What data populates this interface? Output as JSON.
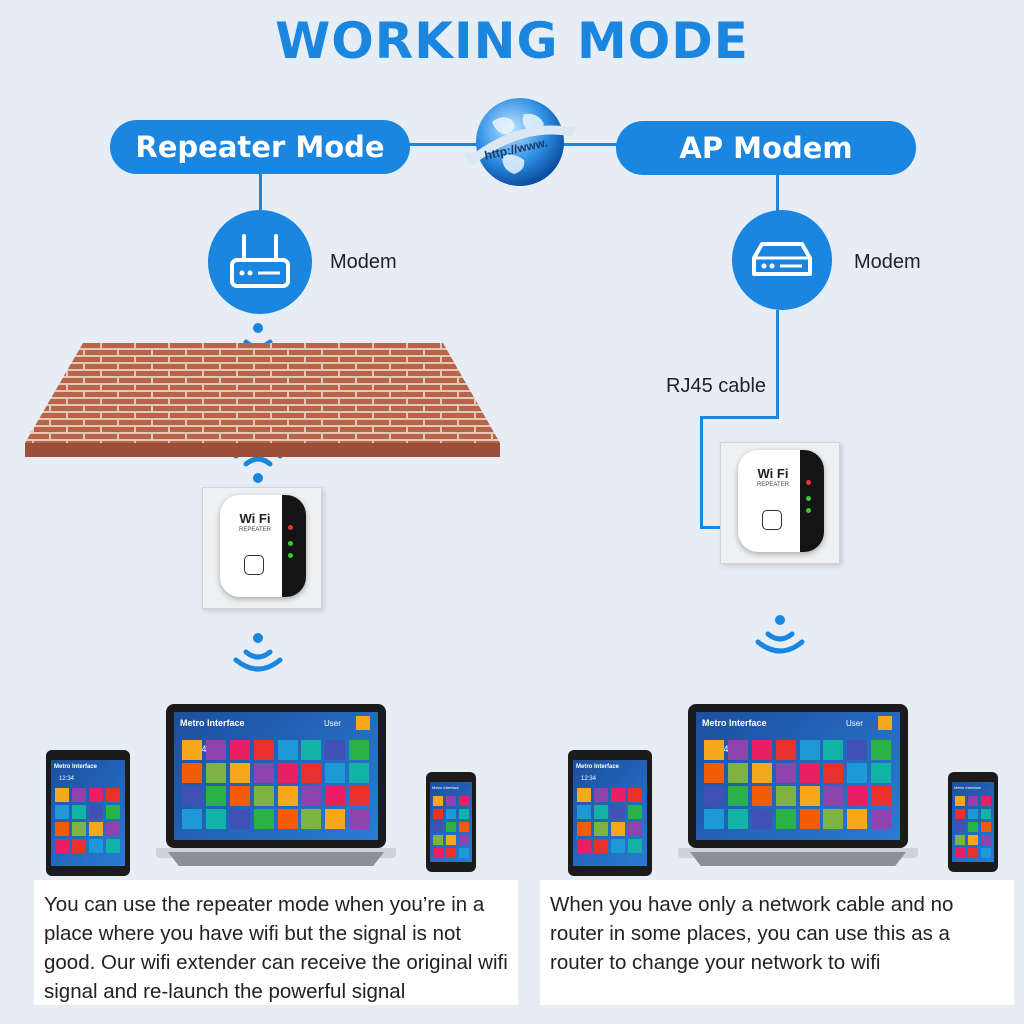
{
  "title": "WORKING MODE",
  "left": {
    "mode_label": "Repeater Mode",
    "modem_label": "Modem",
    "description": "You can use the repeater mode when you’re in a place where you have wifi but the signal is not good. Our wifi extender can receive the original wifi signal and re-launch the powerful signal"
  },
  "right": {
    "mode_label": "AP Modem",
    "modem_label": "Modem",
    "cable_label": "RJ45 cable",
    "description": "When you have only a network cable and no router in some places, you can use this as a router to change your network to wifi"
  },
  "globe": {
    "url_text": "http://www."
  },
  "device": {
    "brand_line1": "Wi Fi",
    "brand_line2": "REPEATER"
  },
  "screens": {
    "laptop_title": "Metro Interface",
    "laptop_user": "User",
    "laptop_time": "12:24",
    "tablet_title": "Metro Interface",
    "tablet_time": "12:34",
    "phone_title": "Metro Interface"
  },
  "colors": {
    "accent": "#1a86e0",
    "brick": "#b8644a",
    "tile_colors": [
      "#e8312a",
      "#f6a81b",
      "#2ab24a",
      "#1d9ad6",
      "#8e44ad",
      "#f25c05",
      "#12b3a6",
      "#e91e63",
      "#7cb342",
      "#3f51b5"
    ]
  }
}
